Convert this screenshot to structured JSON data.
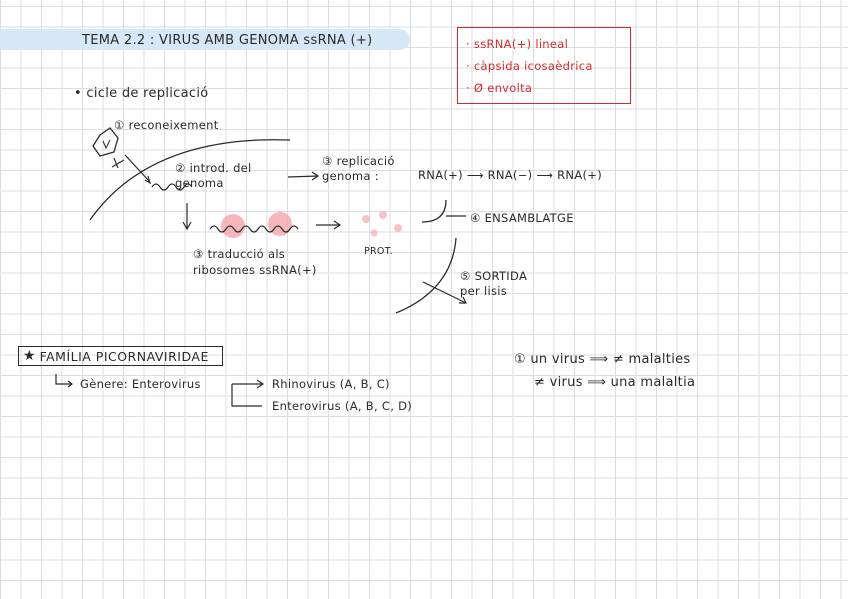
{
  "header": {
    "title": "TEMA 2.2 : VIRUS AMB GENOMA ssRNA (+)"
  },
  "summary_box": {
    "items": [
      "· ssRNA(+) lineal",
      "· càpsida icosaèdrica",
      "· Ø envolta"
    ]
  },
  "cycle": {
    "heading": "• cicle de replicació",
    "steps": {
      "recognition": "① reconeixement",
      "intro": "② introd. del genoma",
      "replication": "③ replicació genoma :",
      "replication_chain": "RNA(+) ⟶ RNA(−) ⟶ RNA(+)",
      "translation": "③ traducció als ribosomes ssRNA(+)",
      "prot": "PROT.",
      "assembly": "④ ENSAMBLATGE",
      "exit": "⑤ SORTIDA per lisis"
    }
  },
  "family": {
    "title": "FAMÍLIA PICORNAVIRIDAE",
    "genus_label": "Gènere: Enterovirus",
    "branches": [
      "Rhinovirus (A, B, C)",
      "Enterovirus (A, B, C, D)"
    ]
  },
  "note": {
    "line1": "① un virus ⟹ ≠ malalties",
    "line2": "≠ virus ⟹ una malaltia"
  },
  "colors": {
    "highlight": "#d6e8f7",
    "red_ink": "#d62a2a",
    "ribosome": "#f3a9b0",
    "ink": "#2a2a2a"
  }
}
